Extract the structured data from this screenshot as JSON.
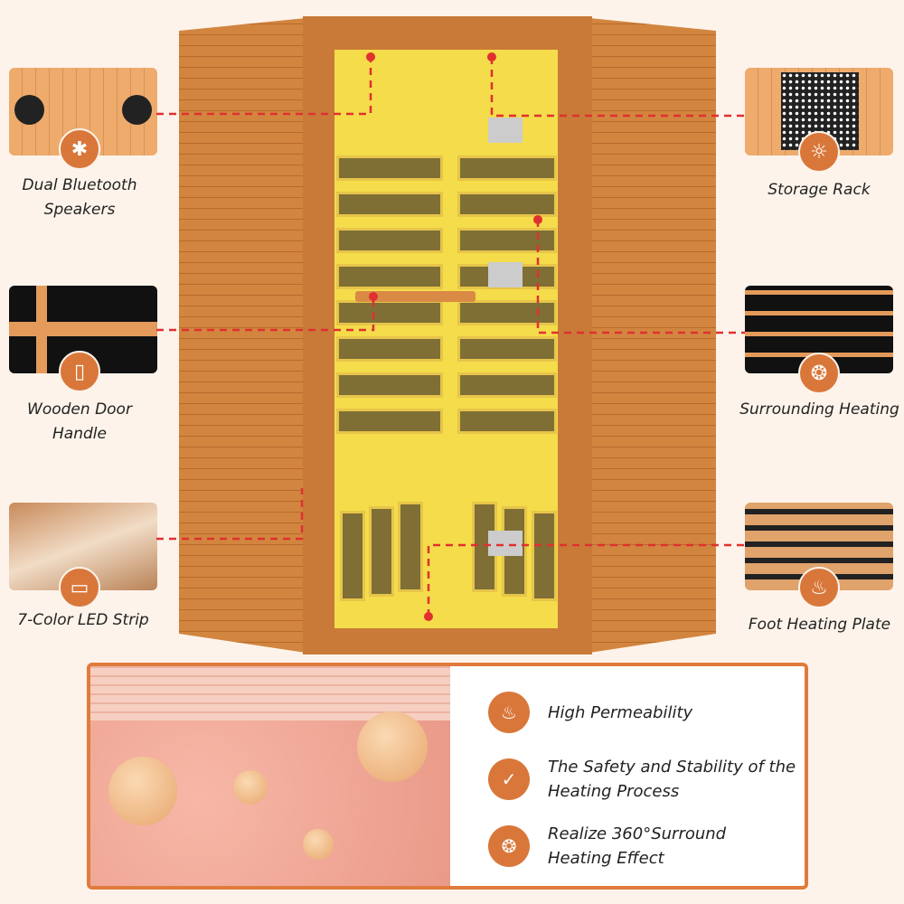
{
  "features_left": [
    {
      "label": "Dual Bluetooth\nSpeakers",
      "icon": "bluetooth-icon"
    },
    {
      "label": "Wooden Door\nHandle",
      "icon": "door-icon"
    },
    {
      "label": "7-Color LED Strip",
      "icon": "led-icon"
    }
  ],
  "features_right": [
    {
      "label": "Storage Rack",
      "icon": "lightbulb-icon"
    },
    {
      "label": "Surrounding Heating",
      "icon": "surround-icon"
    },
    {
      "label": "Foot Heating Plate",
      "icon": "foot-icon"
    }
  ],
  "benefits": [
    {
      "text": "High Permeability",
      "icon": "heater-icon"
    },
    {
      "text": "The Safety and Stability of the Heating Process",
      "icon": "shield-check-icon"
    },
    {
      "text": "Realize 360°Surround Heating Effect",
      "icon": "surround-icon"
    }
  ],
  "colors": {
    "accent": "#d9773a",
    "border": "#e07b3c",
    "background": "#fdf3ea",
    "guide": "#e03030"
  }
}
